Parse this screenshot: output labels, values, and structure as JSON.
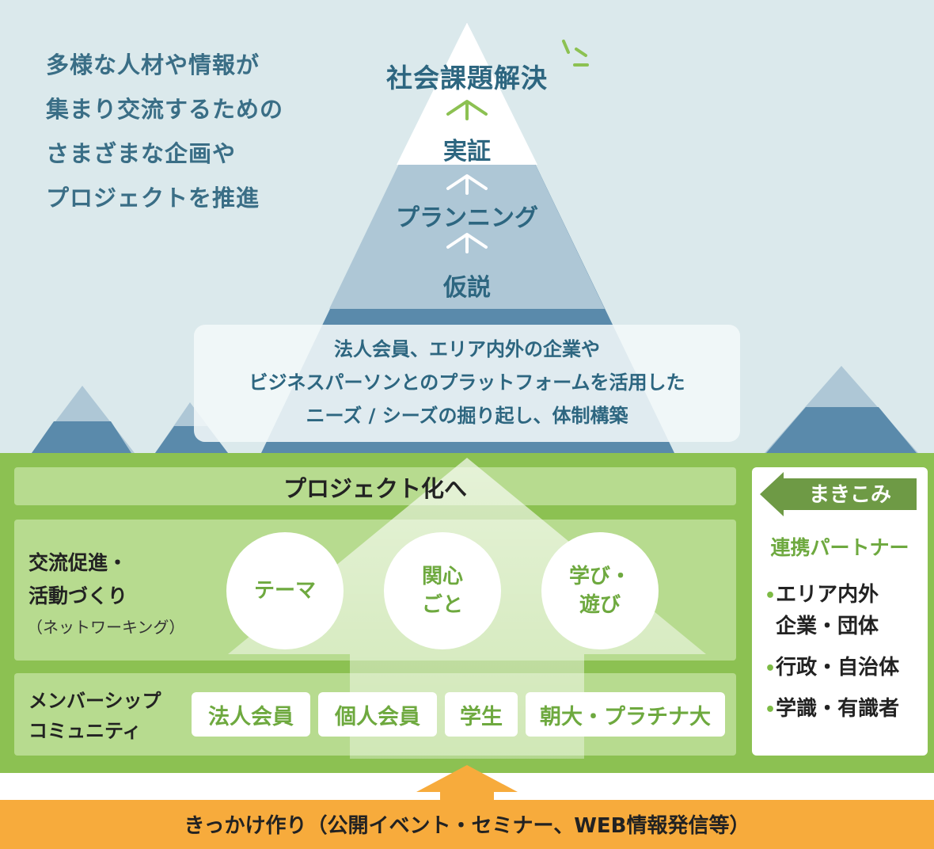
{
  "intro_lines": [
    "多様な人材や情報が",
    "集まり交流するための",
    "さまざまな企画や",
    "プロジェクトを推進"
  ],
  "pyramid": {
    "goal": "社会課題解決",
    "steps": [
      "実証",
      "プランニング",
      "仮説"
    ]
  },
  "platform_lines": [
    "法人会員、エリア内外の企業や",
    "ビジネスパーソンとのプラットフォームを活用した",
    "ニーズ / シーズの掘り起し、体制構築"
  ],
  "project": {
    "title": "プロジェクト化へ"
  },
  "activity": {
    "label_lines": [
      "交流促進・",
      "活動づくり"
    ],
    "sublabel": "（ネットワーキング）",
    "circles": [
      {
        "lines": [
          "テーマ"
        ]
      },
      {
        "lines": [
          "関心",
          "ごと"
        ]
      },
      {
        "lines": [
          "学び・",
          "遊び"
        ]
      }
    ]
  },
  "membership": {
    "label_lines": [
      "メンバーシップ",
      "コミュニティ"
    ],
    "members": [
      "法人会員",
      "個人会員",
      "学生",
      "朝大・プラチナ大"
    ]
  },
  "partners": {
    "arrow_label": "まきこみ",
    "title": "連携パートナー",
    "items": [
      {
        "lines": [
          "エリア内外",
          "企業・団体"
        ]
      },
      {
        "lines": [
          "行政・自治体"
        ]
      },
      {
        "lines": [
          "学識・有識者"
        ]
      }
    ]
  },
  "trigger": {
    "text": "きっかけ作り（公開イベント・セミナー、WEB情報発信等）"
  },
  "colors": {
    "sky": "#dbe9ec",
    "mountain_light": "#aec7d6",
    "mountain_dark": "#5a8aab",
    "text_blue": "#2d6680",
    "green_main": "#8cc152",
    "green_light": "#b7db8f",
    "green_accent": "#6ea93f",
    "orange": "#f7ab3c"
  }
}
